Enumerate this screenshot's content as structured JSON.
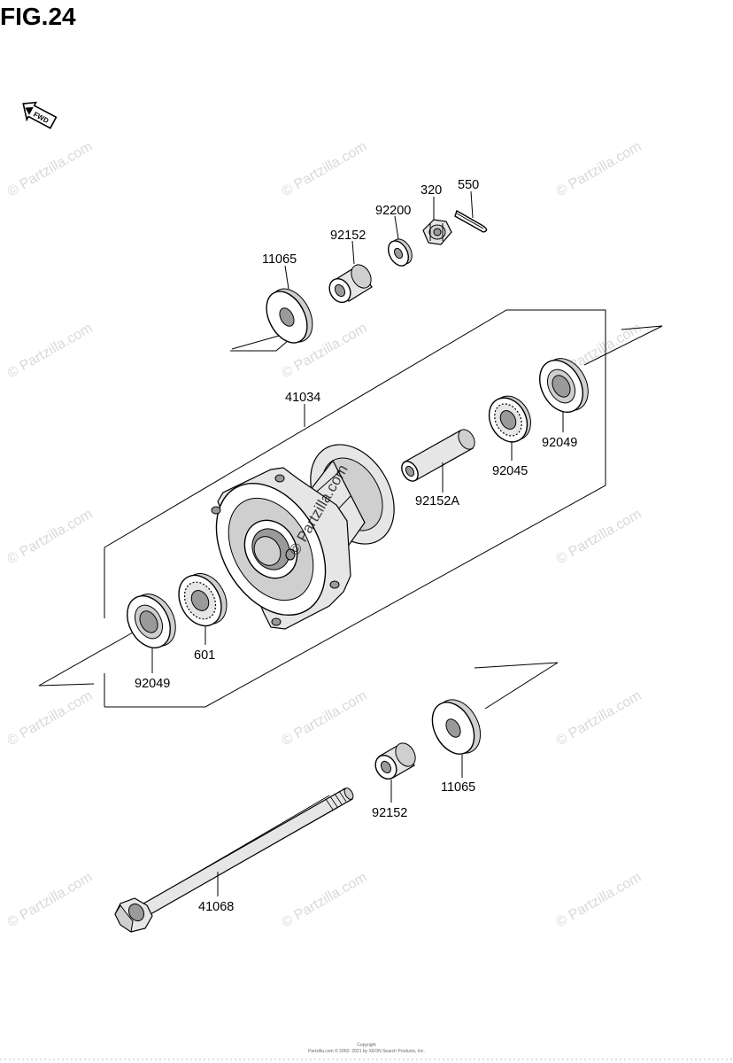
{
  "figure": {
    "title": "FIG.24"
  },
  "watermark": {
    "text": "© Partzilla.com"
  },
  "center_watermark": {
    "text": "© Partzilla.com"
  },
  "fwd_mark": {
    "text": "FWD"
  },
  "copyright": {
    "line1": "Copyright",
    "line2": "Partzilla.com © 2002- 2021 by XEON Search Products, Inc."
  },
  "parts": {
    "p11065_top": "11065",
    "p92152_top": "92152",
    "p92200": "92200",
    "p320": "320",
    "p550": "550",
    "p41034": "41034",
    "p92049_right": "92049",
    "p92045": "92045",
    "p92152A": "92152A",
    "p601": "601",
    "p92049_left": "92049",
    "p11065_bottom": "11065",
    "p92152_bottom": "92152",
    "p41068": "41068"
  }
}
